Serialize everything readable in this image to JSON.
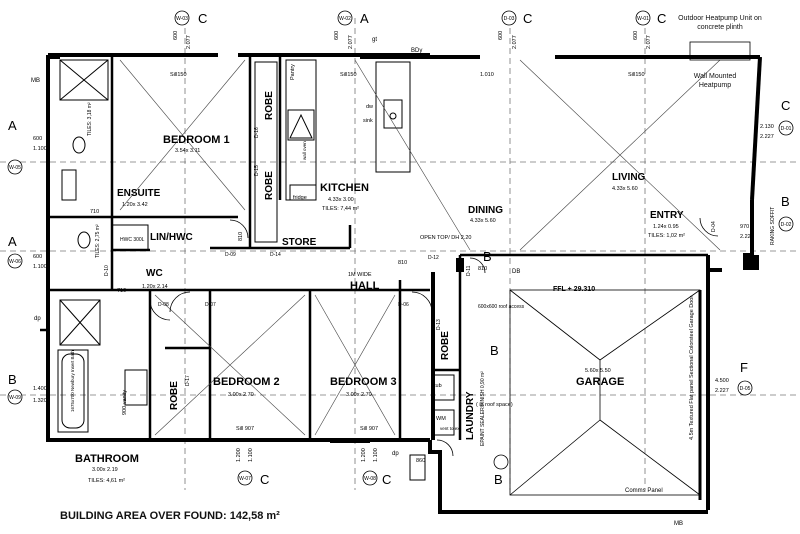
{
  "rooms": {
    "bedroom1": {
      "name": "BEDROOM 1",
      "size": "3.54x 3.11"
    },
    "ensuite": {
      "name": "ENSUITE",
      "size": "1.20x 3.42"
    },
    "robe_top": {
      "name": "ROBE"
    },
    "robe_top2": {
      "name": "ROBE"
    },
    "kitchen": {
      "name": "KITCHEN",
      "size": "4.33x 3.00",
      "tiles": "TILES: 7,44 m²"
    },
    "store": {
      "name": "STORE"
    },
    "lin_hwc": {
      "name": "LIN/HWC"
    },
    "wc": {
      "name": "WC",
      "size": "1.20x 2.14"
    },
    "dining": {
      "name": "DINING",
      "size": "4.33x 5.60"
    },
    "living": {
      "name": "LIVING",
      "size": "4.33x 5.60"
    },
    "entry": {
      "name": "ENTRY",
      "size": "1.24x 0.95",
      "tiles": "TILES: 1,02 m²"
    },
    "hall": {
      "name": "HALL",
      "note": "1M WIDE"
    },
    "bedroom2": {
      "name": "BEDROOM 2",
      "size": "3.00x 2.70"
    },
    "bedroom3": {
      "name": "BEDROOM 3",
      "size": "3.00x 2.70"
    },
    "robe_b2": {
      "name": "ROBE"
    },
    "robe_b3": {
      "name": "ROBE"
    },
    "laundry": {
      "name": "LAUNDRY",
      "note": "EPAINT SEALER/FINISH 0,90 m²"
    },
    "garage": {
      "name": "GARAGE",
      "size": "5.60x 5.50"
    },
    "bathroom": {
      "name": "BATHROOM",
      "size": "3.00x 2.19",
      "tiles": "TILES: 4,61 m²"
    }
  },
  "annotations": {
    "outdoor_hp": "Outdoor Heatpump Unit on concrete plinth",
    "wall_hp": "Wall Mounted Heatpump",
    "ffl": "FFL + 29.310",
    "open_top": "OPEN TOP/ DH 2.20",
    "in_roof": "( in roof space)",
    "garage_door": "4.5m Textured Flat panel Sectional Colorsteel Garage Door",
    "comms": "Comms Panel",
    "hwc": "HWC 300L",
    "roof_access": "600x600 roof access",
    "ensuite_tiles": "TILES: 3,18 m²",
    "wc_tiles": "TILES: 2,75 m²",
    "sill": "Sill150",
    "sill907": "Sill 907",
    "raking": "RAKING SOFFIT",
    "db": "DB",
    "tub": "tub",
    "wm": "WM",
    "dryer": "vent to ext",
    "sink": "sink",
    "dw": "dw",
    "pantry": "Pantry",
    "fridge": "fridge",
    "bath_note": "1675x700 Newbury Insert Bath",
    "gt": "gt",
    "dp": "dp",
    "mb": "MB",
    "bdy": "BDy",
    "oven": "wall oven"
  },
  "section_marks": {
    "top": [
      {
        "tag": "W-03",
        "letter": "C"
      },
      {
        "tag": "W-02",
        "letter": "A"
      },
      {
        "tag": "D-03",
        "letter": "C"
      },
      {
        "tag": "W-01",
        "letter": "C"
      }
    ],
    "bottom": [
      {
        "tag": "W-07",
        "letter": "C"
      },
      {
        "tag": "W-08",
        "letter": "C"
      }
    ],
    "left": [
      {
        "tag": "W-05",
        "letter": "A"
      },
      {
        "tag": "W-06",
        "letter": "A"
      },
      {
        "tag": "W-09",
        "letter": "B"
      }
    ],
    "right": [
      {
        "tag": "D-01",
        "letter": "C"
      },
      {
        "tag": "D-02",
        "letter": "B"
      },
      {
        "tag": "D-05",
        "letter": "F"
      }
    ]
  },
  "doors": [
    "D-16",
    "D-15",
    "D-09",
    "D-08",
    "D-07",
    "D-14",
    "D-12",
    "D-11",
    "D-10",
    "D-06",
    "D-04",
    "D-17",
    "D-13"
  ],
  "dims": {
    "w03": [
      "600",
      "2.077"
    ],
    "w02": [
      "600",
      "2.077"
    ],
    "d03": [
      "600",
      "2.077"
    ],
    "w01": [
      "600",
      "2.077"
    ],
    "left1": [
      "600",
      "1.100"
    ],
    "left2": [
      "600",
      "1.100"
    ],
    "left3": [
      "1.400",
      "1.320"
    ],
    "right1": [
      "2.130",
      "2.227"
    ],
    "right2": [
      "970",
      "2.227"
    ],
    "right3": [
      "4.500",
      "2.227"
    ],
    "b1": [
      "1.200",
      "1.100"
    ],
    "b2": [
      "1.200",
      "1.100"
    ],
    "w1010": "1.010",
    "d810a": "810",
    "d810b": "810",
    "d810c": "810",
    "d710a": "710",
    "d710b": "710",
    "d900": "900 vanity",
    "d860": "860"
  },
  "letters": {
    "B": "B"
  },
  "footer": {
    "area_label": "BUILDING AREA OVER FOUND:",
    "area_value": "142,58 m²"
  }
}
